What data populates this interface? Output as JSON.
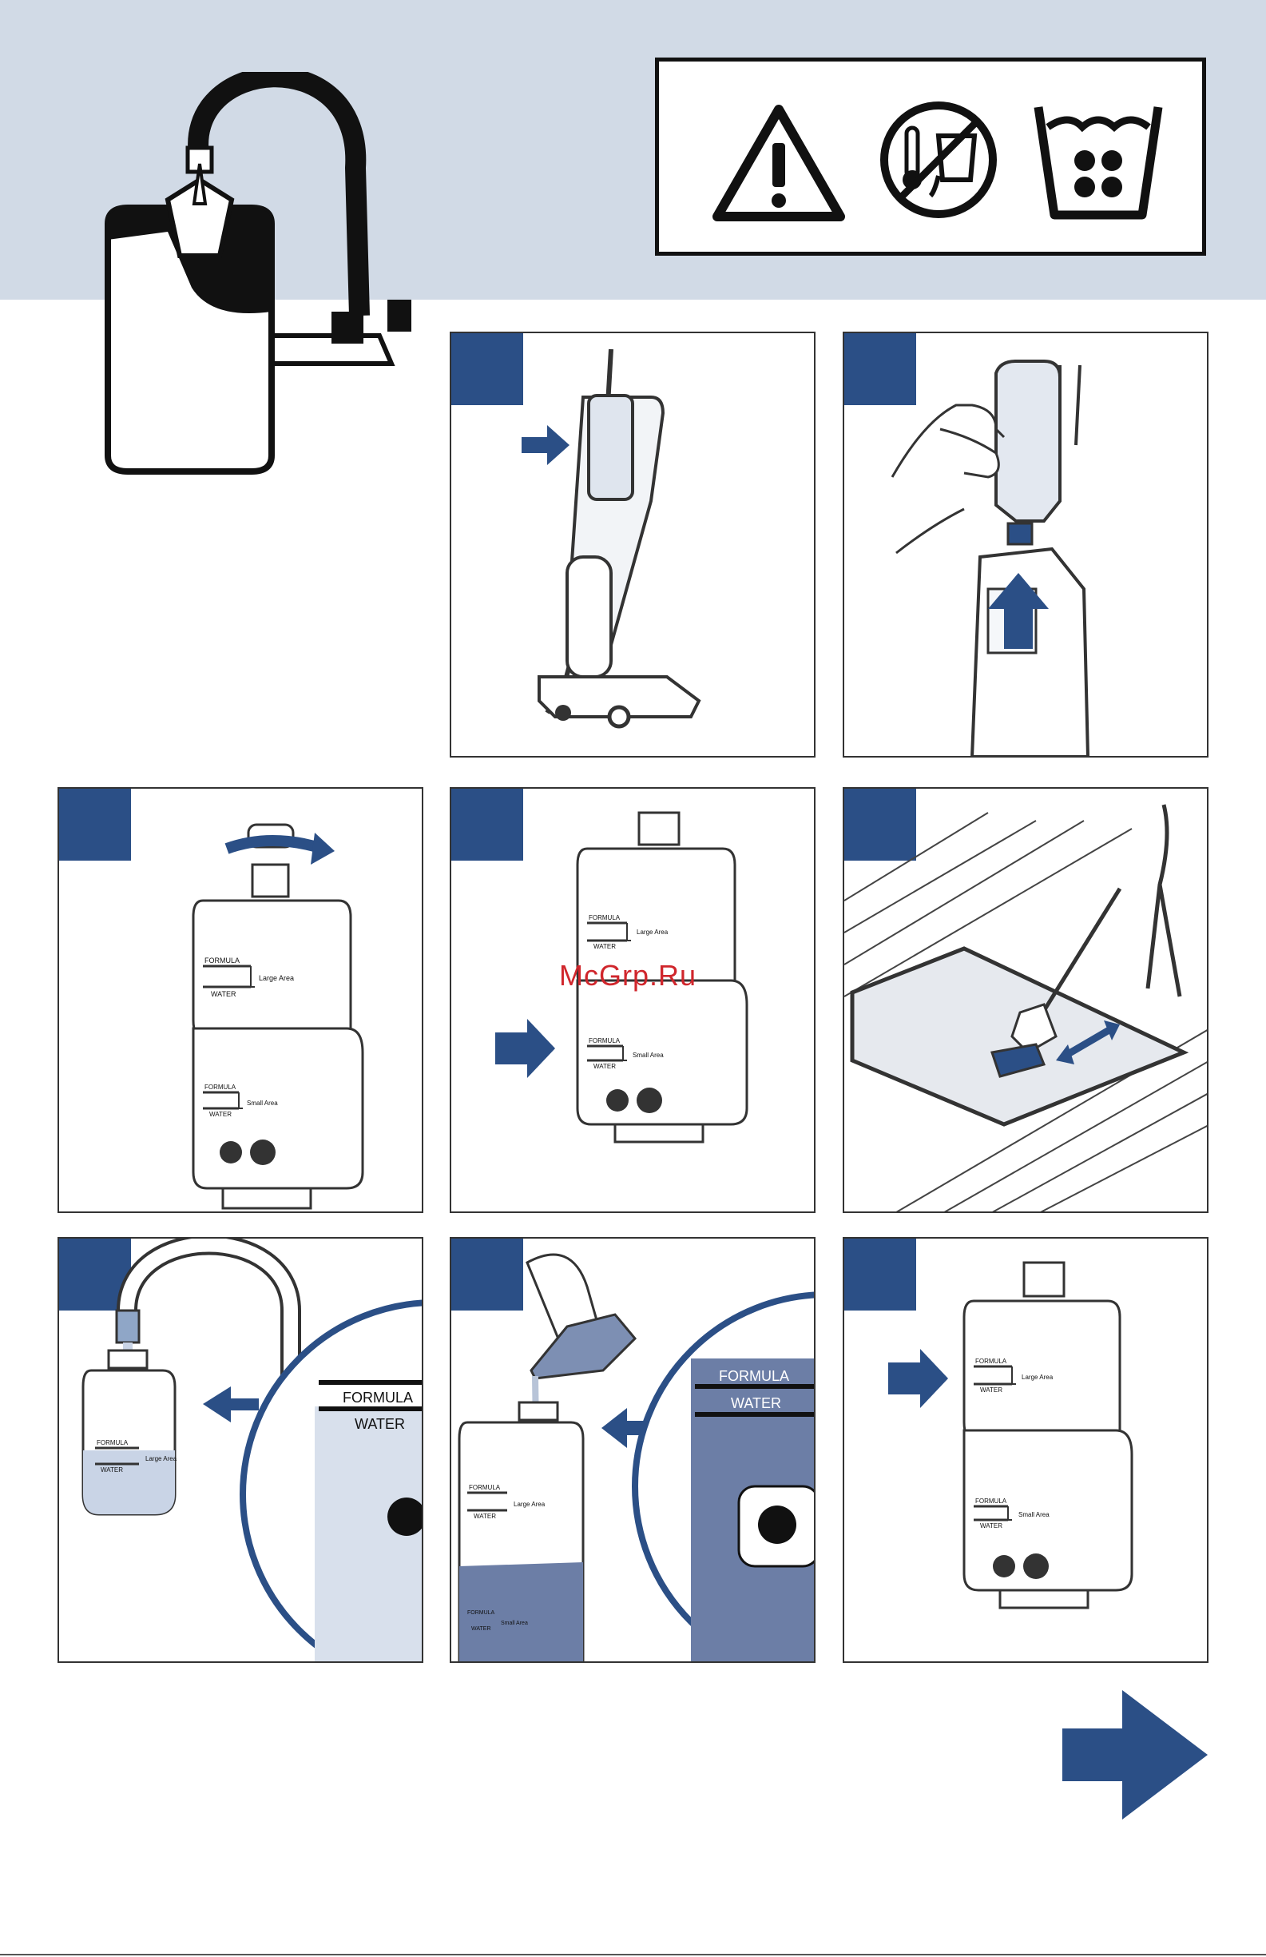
{
  "watermark": "McGrp.Ru",
  "tank_labels": {
    "formula": "FORMULA",
    "water": "WATER",
    "large_area": "Large Area",
    "small_area": "Small Area"
  },
  "warning_icons": [
    "warning-triangle-icon",
    "hot-water-prohibited-icon",
    "dishwasher-icon"
  ],
  "colors": {
    "accent_blue": "#2b4f86",
    "band": "#d1dae6"
  }
}
